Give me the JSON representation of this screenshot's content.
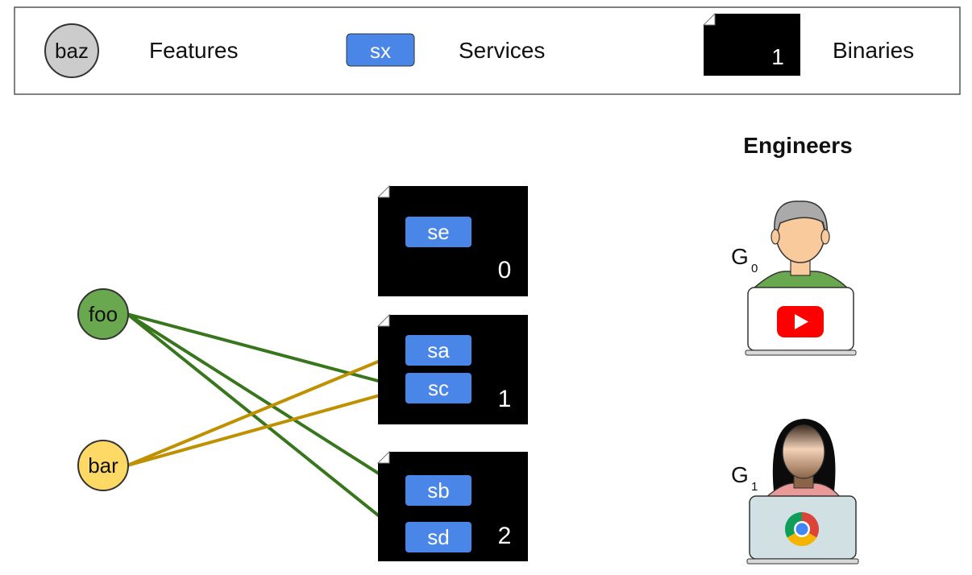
{
  "legend": {
    "feature_sample": "baz",
    "feature_label": "Features",
    "service_sample": "sx",
    "service_label": "Services",
    "binary_sample": "1",
    "binary_label": "Binaries"
  },
  "features": [
    {
      "label": "foo",
      "color": "#6aa84f"
    },
    {
      "label": "bar",
      "color": "#ffd966"
    }
  ],
  "binaries": [
    {
      "number": "0",
      "services": [
        "se"
      ]
    },
    {
      "number": "1",
      "services": [
        "sa",
        "sc"
      ]
    },
    {
      "number": "2",
      "services": [
        "sb",
        "sd"
      ]
    }
  ],
  "edges": [
    {
      "from": "foo",
      "to": "sc",
      "color": "#38761d"
    },
    {
      "from": "foo",
      "to": "sb",
      "color": "#38761d"
    },
    {
      "from": "foo",
      "to": "sd",
      "color": "#38761d"
    },
    {
      "from": "bar",
      "to": "sa",
      "color": "#bf9000"
    },
    {
      "from": "bar",
      "to": "sc",
      "color": "#bf9000"
    }
  ],
  "engineers": {
    "heading": "Engineers",
    "people": [
      {
        "letter": "G",
        "subscript": "0",
        "laptop_icon": "youtube-icon"
      },
      {
        "letter": "G",
        "subscript": "1",
        "laptop_icon": "chrome-icon"
      }
    ]
  },
  "colors": {
    "service_fill": "#4a86e8",
    "binary_fill": "#000000",
    "baz_fill": "#cccccc",
    "foo_edge": "#38761d",
    "bar_edge": "#bf9000"
  }
}
